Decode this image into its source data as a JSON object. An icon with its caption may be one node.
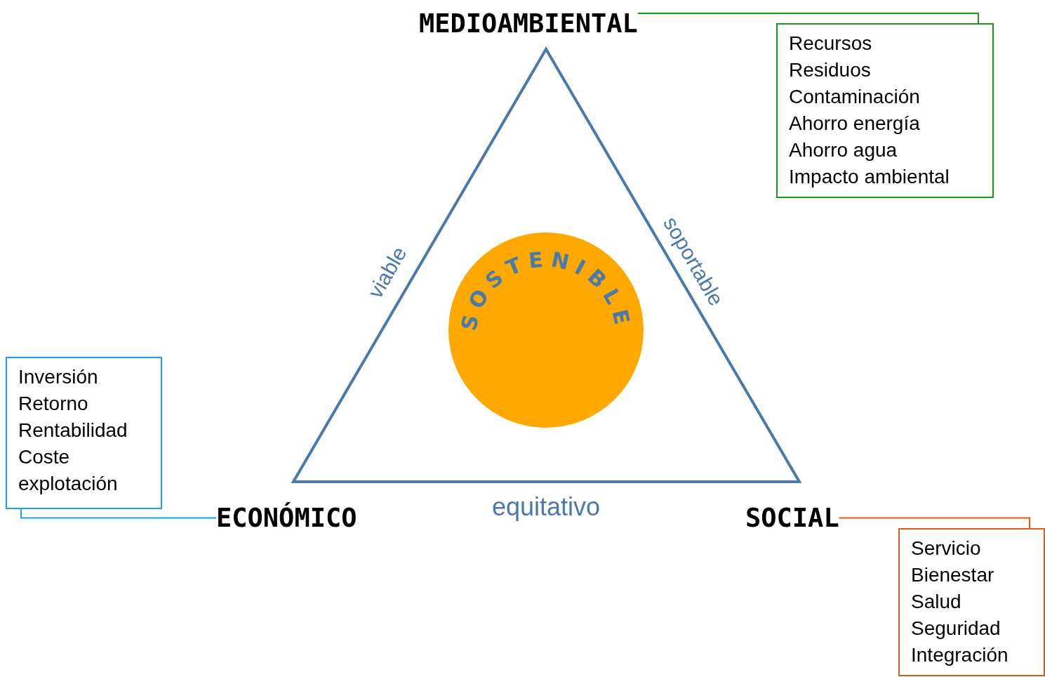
{
  "diagram": {
    "nodes": [
      {
        "text": [
          "MEDIOAMBIENTAL"
        ]
      },
      {
        "text": [
          "Recursos",
          "Residuos",
          "Contaminación",
          "Ahorro energía",
          "Ahorro agua",
          "Impacto ambiental"
        ]
      },
      {
        "text": [],
        "shape": "triangle"
      },
      {
        "text": [
          "SOSTENIBLE"
        ],
        "in": 2
      },
      {
        "text": [
          "Inversión",
          "Retorno",
          "Rentabilidad",
          "Coste explotación"
        ]
      },
      {
        "text": [
          "ECONÓMICO"
        ]
      },
      {
        "text": [
          "SOCIAL"
        ]
      },
      {
        "text": [
          "Servicio",
          "Bienestar",
          "Salud",
          "Seguridad",
          "Integración"
        ]
      }
    ],
    "edges": [
      {
        "from": 0,
        "to": 1,
        "arrow": "none",
        "color": "#1a9a1a"
      },
      {
        "from": 5,
        "to": 4,
        "arrow": "none",
        "color": "#1aa3ec"
      },
      {
        "from": 6,
        "to": 7,
        "arrow": "none",
        "color": "#e05a1a"
      }
    ],
    "labels": [
      "viable",
      "soportable",
      "equitativo"
    ]
  }
}
